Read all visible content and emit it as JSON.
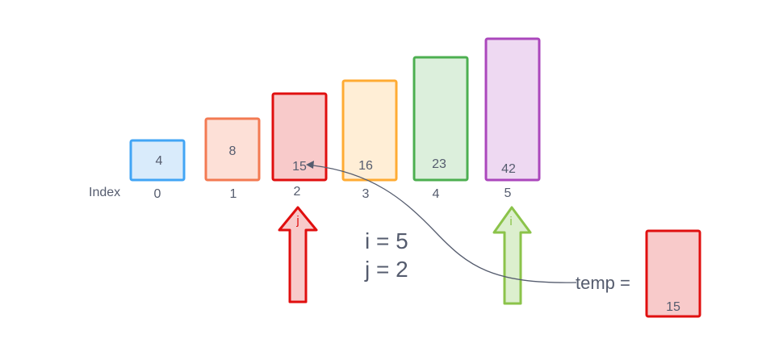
{
  "diagram": {
    "index_label": "Index",
    "colors": {
      "text": "#555c6e",
      "pointer_i_fill": "#dcefce",
      "pointer_i_stroke": "#8bc34a",
      "pointer_j_fill": "#f8caca",
      "pointer_j_stroke": "#e00f0f",
      "connector": "#555c6e"
    },
    "bars": [
      {
        "value": "4",
        "index": "0",
        "stroke": "#42a5f5",
        "fill": "#d9ebfb"
      },
      {
        "value": "8",
        "index": "1",
        "stroke": "#f37a52",
        "fill": "#fde0d7"
      },
      {
        "value": "15",
        "index": "2",
        "stroke": "#e00f0f",
        "fill": "#f8caca"
      },
      {
        "value": "16",
        "index": "3",
        "stroke": "#ffab33",
        "fill": "#ffeed6"
      },
      {
        "value": "23",
        "index": "4",
        "stroke": "#4caf50",
        "fill": "#dcefdc"
      },
      {
        "value": "42",
        "index": "5",
        "stroke": "#ab47bc",
        "fill": "#eed9f2"
      }
    ],
    "pointers": {
      "j": {
        "letter": "j",
        "at_index": 2
      },
      "i": {
        "letter": "i",
        "at_index": 5
      }
    },
    "vars": {
      "i_line": "i = 5",
      "j_line": "j = 2"
    },
    "temp": {
      "label": "temp =",
      "value": "15",
      "stroke": "#e00f0f",
      "fill": "#f8caca"
    }
  }
}
